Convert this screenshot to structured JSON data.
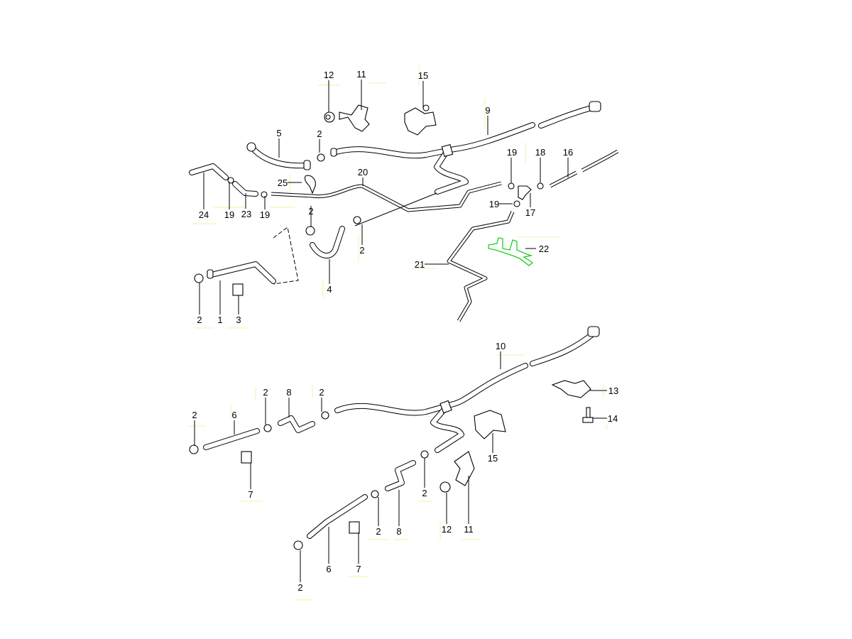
{
  "diagram": {
    "highlight_color": "#22cc22",
    "top_labels": [
      "12",
      "11",
      "15",
      "9",
      "5",
      "2",
      "19",
      "18",
      "16",
      "20",
      "25",
      "24",
      "19",
      "23",
      "19",
      "2",
      "17",
      "19",
      "22",
      "2",
      "21",
      "4",
      "2",
      "1",
      "3"
    ],
    "bottom_labels": [
      "10",
      "2",
      "8",
      "2",
      "13",
      "2",
      "6",
      "14",
      "15",
      "7",
      "2",
      "12",
      "11",
      "2",
      "8",
      "6",
      "7",
      "2"
    ]
  }
}
